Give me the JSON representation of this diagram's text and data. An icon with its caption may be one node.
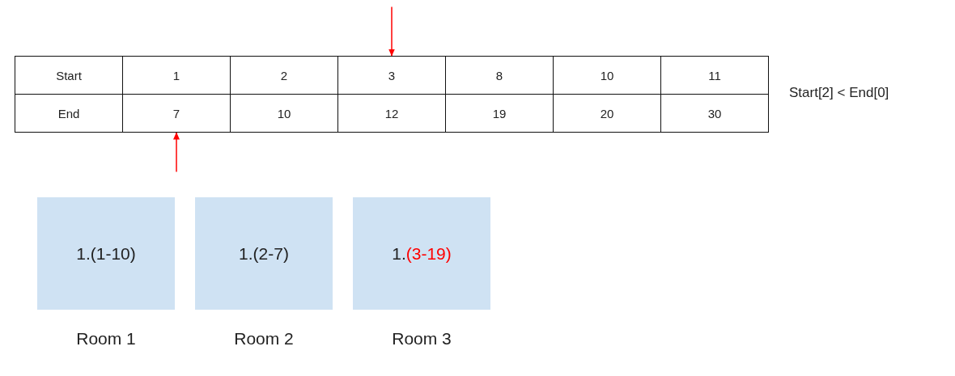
{
  "diagram": {
    "nodes": [
      {
        "text": [
          "Start"
        ]
      },
      {
        "text": [
          "1"
        ]
      },
      {
        "text": [
          "2"
        ]
      },
      {
        "text": [
          "3"
        ]
      },
      {
        "text": [
          "8"
        ]
      },
      {
        "text": [
          "10"
        ]
      },
      {
        "text": [
          "11"
        ]
      },
      {
        "text": [
          "End"
        ]
      },
      {
        "text": [
          "7"
        ]
      },
      {
        "text": [
          "10"
        ]
      },
      {
        "text": [
          "12"
        ]
      },
      {
        "text": [
          "19"
        ]
      },
      {
        "text": [
          "20"
        ]
      },
      {
        "text": [
          "30"
        ]
      },
      {
        "text": [
          "1.(1-10)"
        ],
        "beside": [
          "Room 1"
        ]
      },
      {
        "text": [
          "1.(2-7)"
        ],
        "beside": [
          "Room 2"
        ]
      },
      {
        "text": [
          "1.(3-19)"
        ],
        "beside": [
          "Room 3"
        ]
      }
    ],
    "edges": [
      {
        "from": null,
        "to": 3,
        "arrow": "to"
      },
      {
        "from": null,
        "to": 8,
        "arrow": "to"
      }
    ],
    "labels": [
      "Start[2] < End[0]"
    ]
  }
}
